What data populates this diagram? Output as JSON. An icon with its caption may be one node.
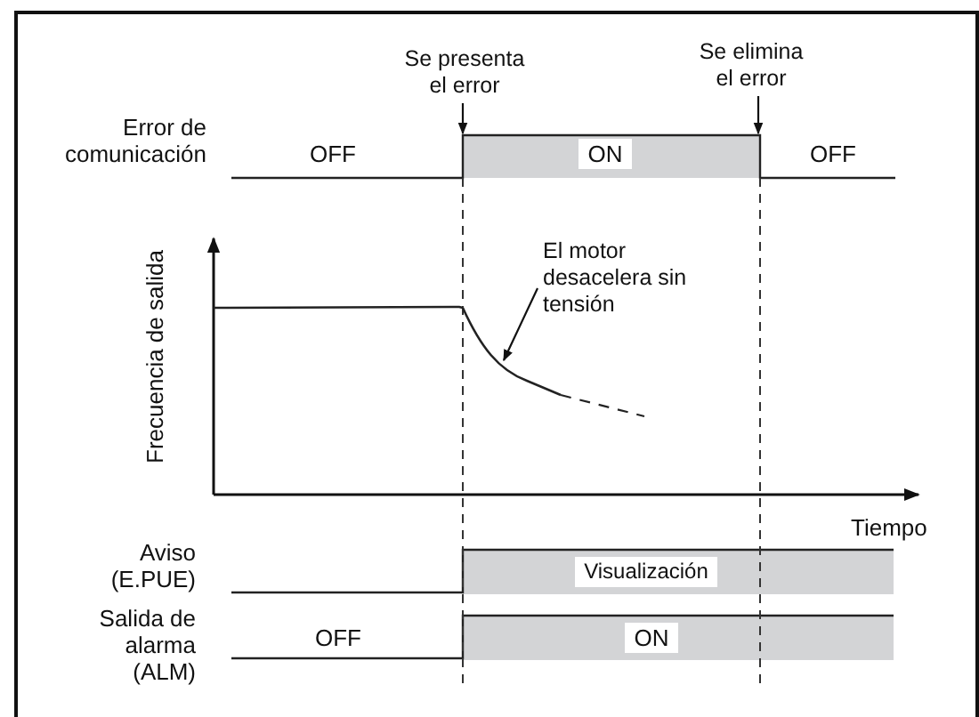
{
  "diagram": {
    "nodes": [
      {
        "text": [
          "Se presenta el error"
        ]
      },
      {
        "text": [
          "Se elimina el error"
        ]
      },
      {
        "text": [
          "El motor desacelera sin tensión"
        ]
      },
      {
        "text": [],
        "shape": "curve"
      },
      {
        "text": [],
        "shape": "box"
      }
    ],
    "edges": [
      {
        "from": 0,
        "to": 4,
        "arrow": "to"
      },
      {
        "from": 1,
        "to": 4,
        "arrow": "to"
      },
      {
        "from": 2,
        "to": 3,
        "arrow": "to"
      }
    ],
    "labels": [
      "Error de comunicación",
      "OFF",
      "ON",
      "OFF",
      "Frecuencia de salida",
      "Tiempo",
      "Aviso (E.PUE)",
      "Visualización",
      "Salida de alarma (ALM)",
      "OFF",
      "ON"
    ]
  }
}
